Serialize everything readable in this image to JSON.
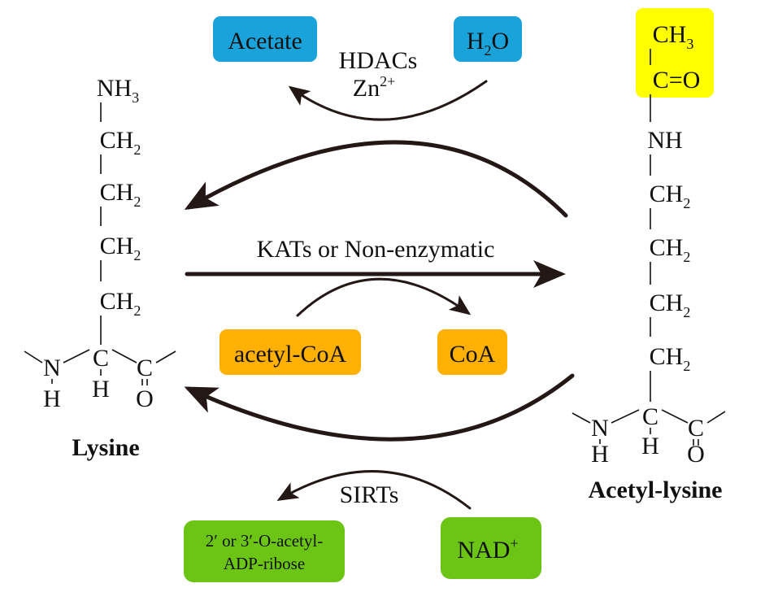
{
  "colors": {
    "blue_box": "#1aa3db",
    "yellow_box": "#ffff00",
    "orange_box": "#ffb000",
    "green_box": "#6cc515",
    "arrow": "#231815"
  },
  "boxes": {
    "acetate": "Acetate",
    "water": {
      "main": "H",
      "sub": "2",
      "tail": "O"
    },
    "acetyl_coa": "acetyl-CoA",
    "coa": "CoA",
    "adp_ribose": {
      "line1": "2′ or 3′-O-acetyl-",
      "line2": "ADP-ribose"
    },
    "nad": {
      "main": "NAD",
      "sup": "+"
    }
  },
  "labels": {
    "hdacs": "HDACs",
    "zn": {
      "main": "Zn",
      "sup": "2+"
    },
    "kats": "KATs or Non-enzymatic",
    "sirts": "SIRTs",
    "lysine": "Lysine",
    "acetyl_lysine": "Acetyl-lysine"
  },
  "chem": {
    "nh3": {
      "main": "NH",
      "sub": "3"
    },
    "ch2": {
      "main": "CH",
      "sub": "2"
    },
    "ch3": {
      "main": "CH",
      "sub": "3"
    },
    "nh": "NH",
    "n": "N",
    "h": "H",
    "c": "C",
    "o": "O",
    "double_bond": "=",
    "ch2_count_lysine": 4,
    "ch2_count_acetyl": 4
  }
}
